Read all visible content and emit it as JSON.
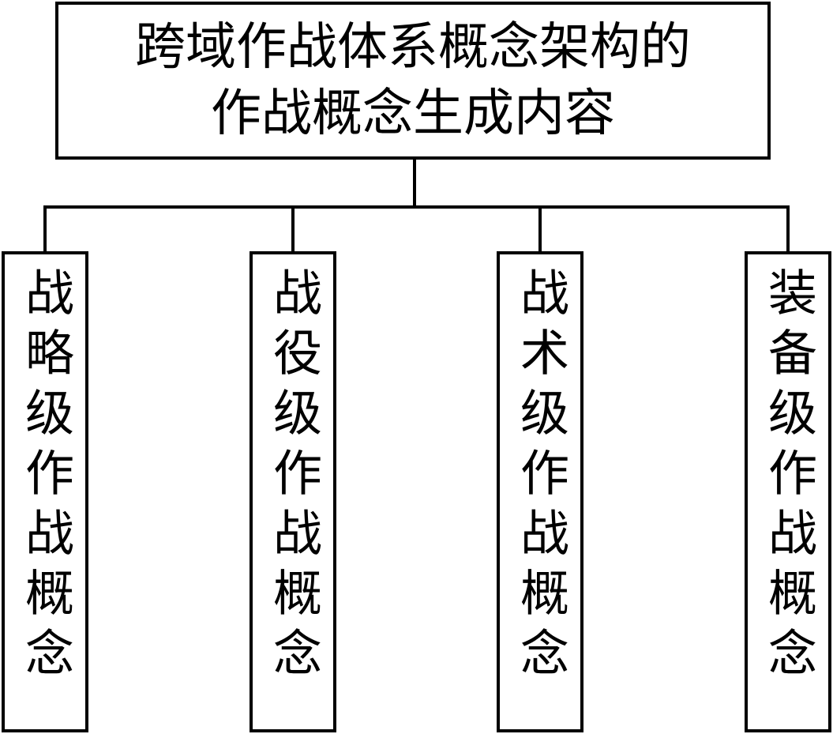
{
  "diagram": {
    "root": {
      "title_line1": "跨域作战体系概念架构的",
      "title_line2": "作战概念生成内容"
    },
    "children": [
      {
        "label": "战略级作战概念"
      },
      {
        "label": "战役级作战概念"
      },
      {
        "label": "战术级作战概念"
      },
      {
        "label": "装备级作战概念"
      }
    ]
  },
  "colors": {
    "line": "#000000",
    "background": "#ffffff"
  }
}
